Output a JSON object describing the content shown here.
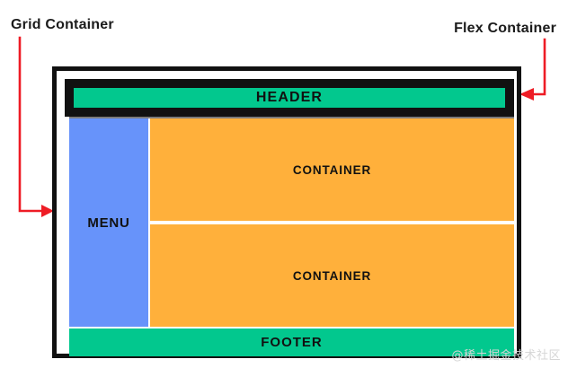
{
  "diagram": {
    "title": "CSS Grid and Flexbox layout diagram",
    "annotations": [
      {
        "id": "grid-container",
        "label": "Grid Container",
        "arrow": "down-then-right",
        "points_to": "outer-frame-left"
      },
      {
        "id": "flex-container",
        "label": "Flex Container",
        "arrow": "down-then-left",
        "points_to": "header-frame-right"
      }
    ],
    "regions": {
      "header": {
        "label": "HEADER",
        "color": "#02c88e"
      },
      "menu": {
        "label": "MENU",
        "color": "#6793fa"
      },
      "container_top": {
        "label": "CONTAINER",
        "color": "#ffb03b"
      },
      "container_bottom": {
        "label": "CONTAINER",
        "color": "#ffb03b"
      },
      "footer": {
        "label": "FOOTER",
        "color": "#02c88e"
      }
    },
    "frames": {
      "grid_frame_color": "#111111",
      "flex_frame_color": "#111111",
      "arrow_color": "#ee1c25"
    }
  },
  "watermark": {
    "text": "@稀土掘金技术社区"
  }
}
